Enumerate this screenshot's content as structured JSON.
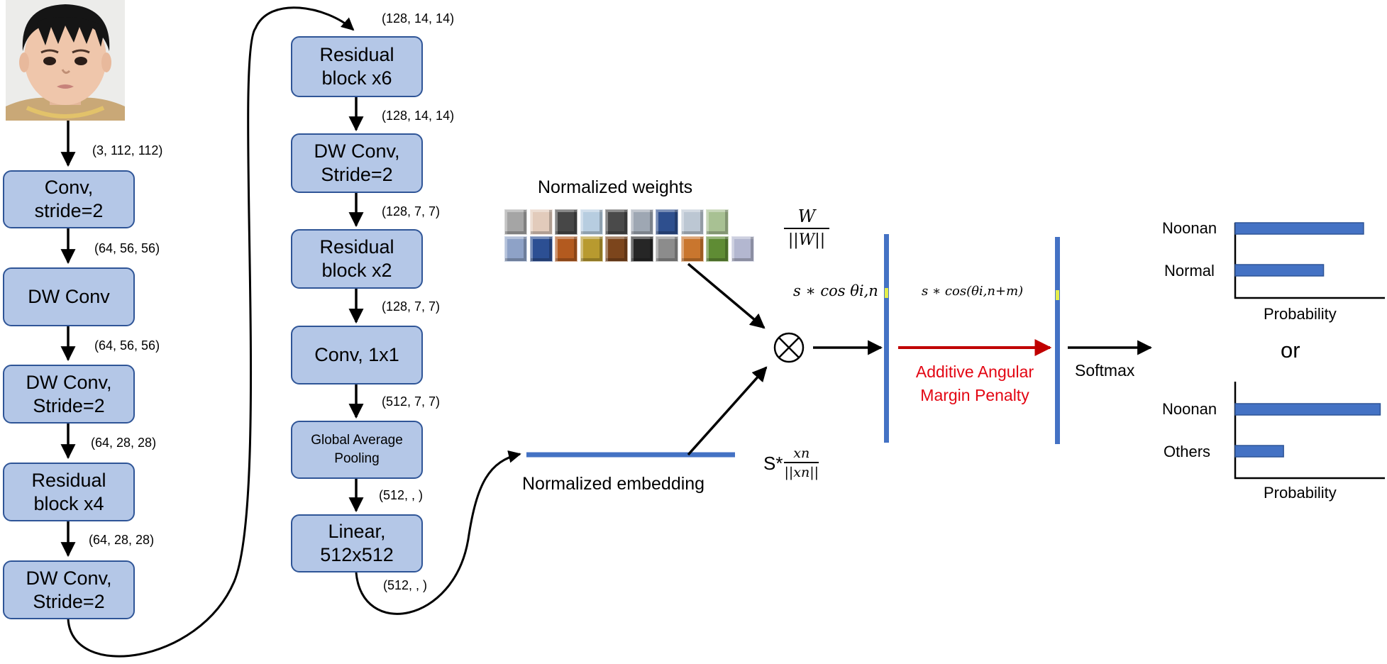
{
  "left_column": {
    "blocks": [
      "Conv,\nstride=2",
      "DW Conv",
      "DW Conv,\nStride=2",
      "Residual\nblock x4",
      "DW Conv,\nStride=2"
    ],
    "shapes": [
      "(3, 112, 112)",
      "(64, 56, 56)",
      "(64, 56, 56)",
      "(64, 28, 28)",
      "(64, 28, 28)"
    ]
  },
  "middle_column": {
    "blocks": [
      "Residual\nblock x6",
      "DW Conv,\nStride=2",
      "Residual\nblock x2",
      "Conv, 1x1",
      "Global Average\nPooling",
      "Linear,\n512x512"
    ],
    "shapes": [
      "(128, 14, 14)",
      "(128, 14, 14)",
      "(128, 7, 7)",
      "(128, 7, 7)",
      "(512, 7, 7)",
      "(512, , )",
      "(512, , )"
    ]
  },
  "weights": {
    "title": "Normalized weights",
    "row_top": [
      "#a5a5a5",
      "#e2cbbb",
      "#474747",
      "#b7cde0",
      "#4a4a4a",
      "#9ea7b3",
      "#2e4f8e",
      "#bcc7d3",
      "#a8c193"
    ],
    "row_bottom": [
      "#8ea2c7",
      "#2c4f93",
      "#b35a1f",
      "#b89a2f",
      "#7c451c",
      "#262626",
      "#8c8c8c",
      "#c9762e",
      "#5f8c34",
      "#b3b7d0"
    ],
    "fraction_num": "W",
    "fraction_den": "||W||"
  },
  "embedding": {
    "title": "Normalized embedding",
    "scale_prefix": "S*",
    "fraction_num": "xn",
    "fraction_den": "||xn||"
  },
  "operator_symbol": "⊗",
  "logit_left": "s ∗ cos θi,n",
  "logit_right": "s ∗ cos(θi,n+m)",
  "penalty_label": "Additive Angular\nMargin Penalty",
  "softmax_label": "Softmax",
  "or_label": "or",
  "chart_data": [
    {
      "type": "bar",
      "orientation": "horizontal",
      "categories": [
        "Noonan",
        "Normal"
      ],
      "values": [
        0.77,
        0.53
      ],
      "xlabel": "Probability",
      "xlim": [
        0,
        1
      ]
    },
    {
      "type": "bar",
      "orientation": "horizontal",
      "categories": [
        "Noonan",
        "Others"
      ],
      "values": [
        0.87,
        0.29
      ],
      "xlabel": "Probability",
      "xlim": [
        0,
        1
      ]
    }
  ],
  "colors": {
    "block_fill": "#b4c7e7",
    "block_border": "#2f5597",
    "feature_blue": "#4472c4",
    "penalty_red": "#c00000",
    "highlight_yellow": "#e4ee4c"
  }
}
